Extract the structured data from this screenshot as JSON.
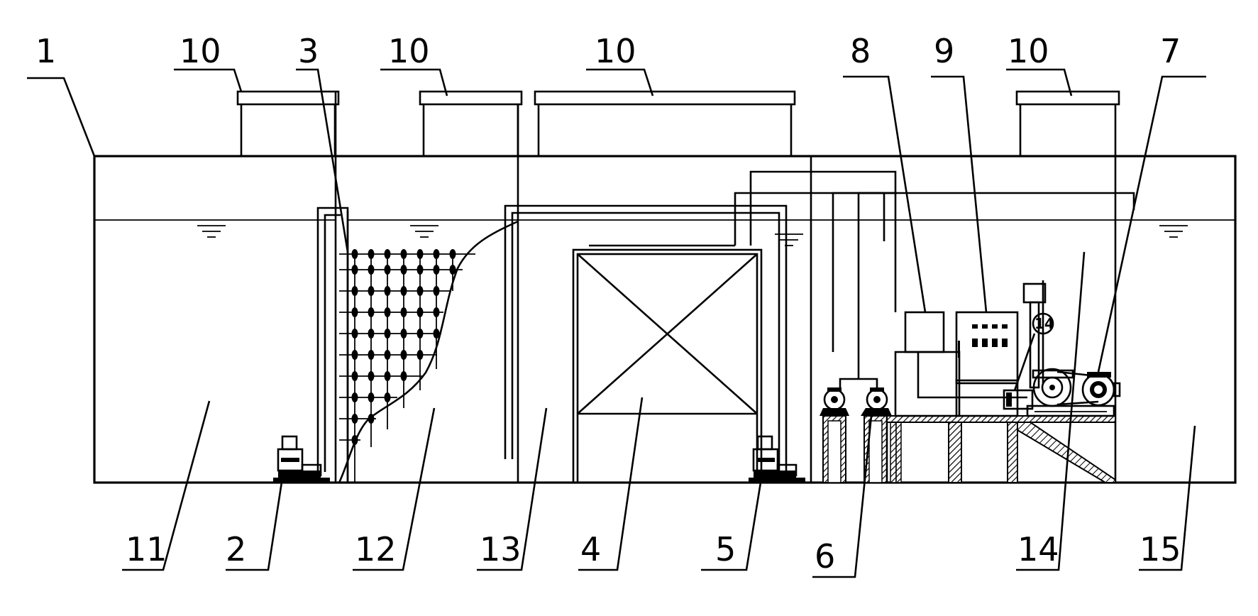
{
  "labels": {
    "n1": "1",
    "n2": "2",
    "n3": "3",
    "n4": "4",
    "n5": "5",
    "n6": "6",
    "n7": "7",
    "n8": "8",
    "n9": "9",
    "n10a": "10",
    "n10b": "10",
    "n10c": "10",
    "n10d": "10",
    "n11": "11",
    "n12": "12",
    "n13": "13",
    "n14": "14",
    "n14b": "14",
    "n15": "15"
  },
  "colors": {
    "line": "#000000",
    "background": "#ffffff"
  }
}
